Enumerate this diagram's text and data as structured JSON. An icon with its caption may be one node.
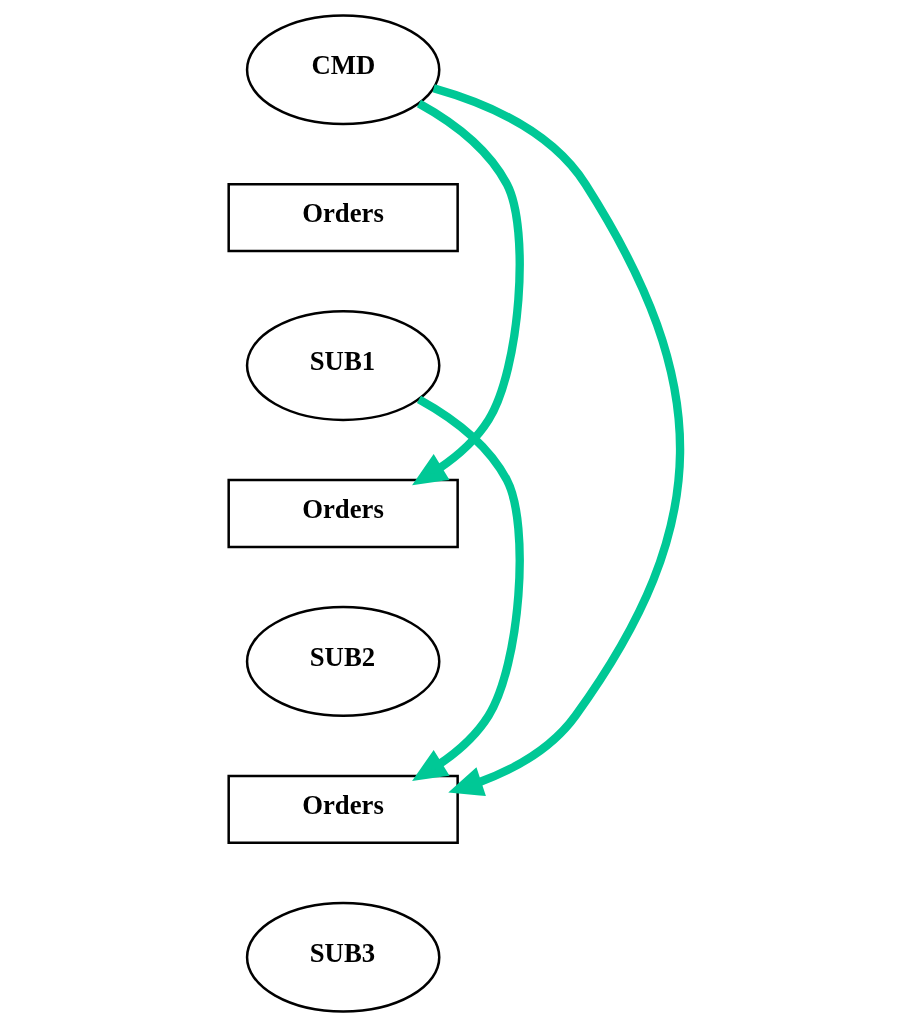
{
  "diagram": {
    "nodes": [
      {
        "text": [
          "CMD"
        ]
      },
      {
        "text": [
          "Orders"
        ]
      },
      {
        "text": [
          "SUB1"
        ]
      },
      {
        "text": [
          "Orders"
        ]
      },
      {
        "text": [
          "SUB2"
        ]
      },
      {
        "text": [
          "Orders"
        ]
      },
      {
        "text": [
          "SUB3"
        ]
      }
    ],
    "edges": [
      {
        "from": 0,
        "to": 3,
        "arrow": "to"
      },
      {
        "from": 0,
        "to": 5,
        "arrow": "to"
      },
      {
        "from": 2,
        "to": 5,
        "arrow": "to"
      }
    ]
  }
}
